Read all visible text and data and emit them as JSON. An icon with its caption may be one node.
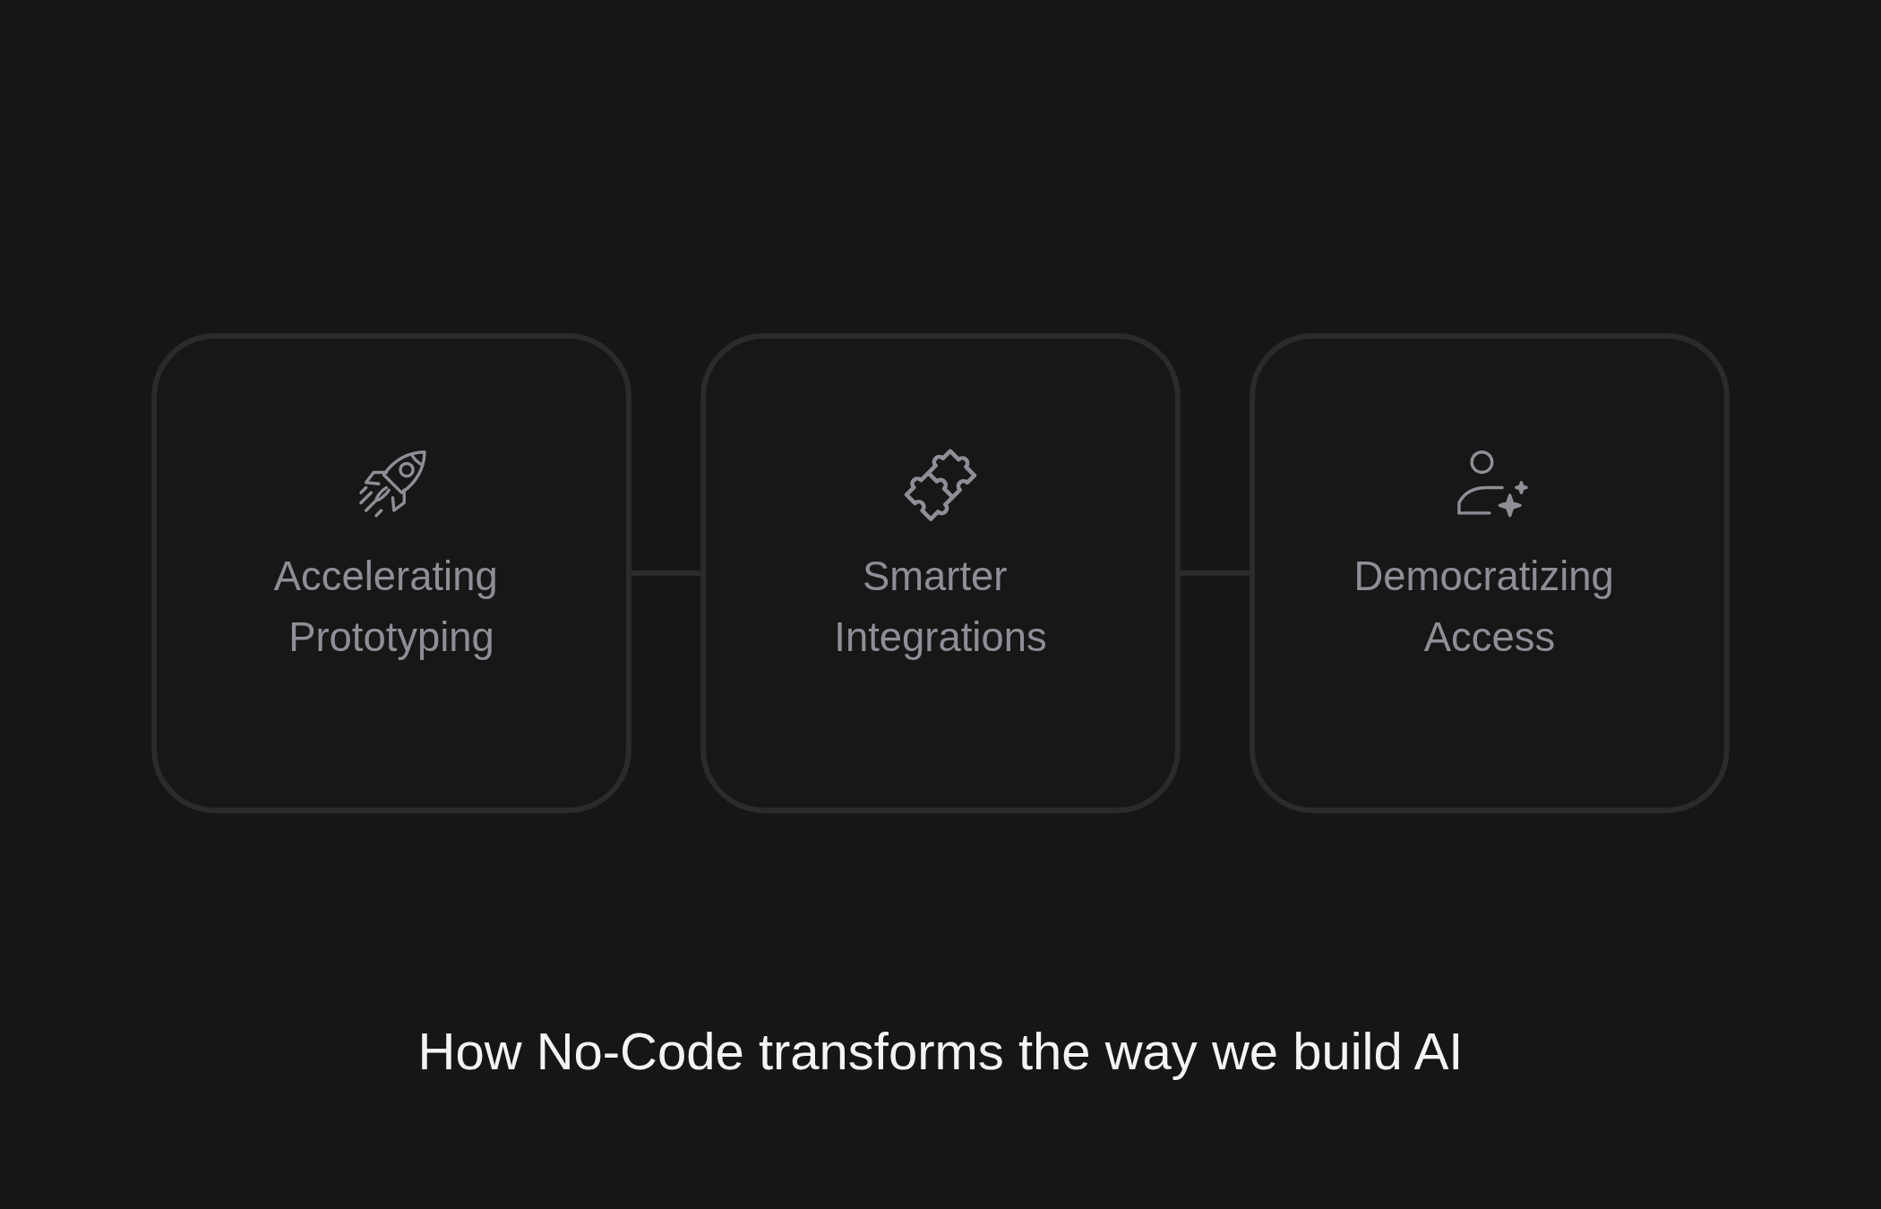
{
  "diagram": {
    "caption": "How No-Code transforms the way we build AI",
    "nodes": [
      {
        "text": [
          "Accelerating Prototyping"
        ]
      },
      {
        "text": [
          "Smarter Integrations"
        ]
      },
      {
        "text": [
          "Democratizing Access"
        ]
      }
    ],
    "edges": [
      {
        "from": 0,
        "to": 1,
        "arrow": "none"
      },
      {
        "from": 1,
        "to": 2,
        "arrow": "none"
      }
    ]
  }
}
